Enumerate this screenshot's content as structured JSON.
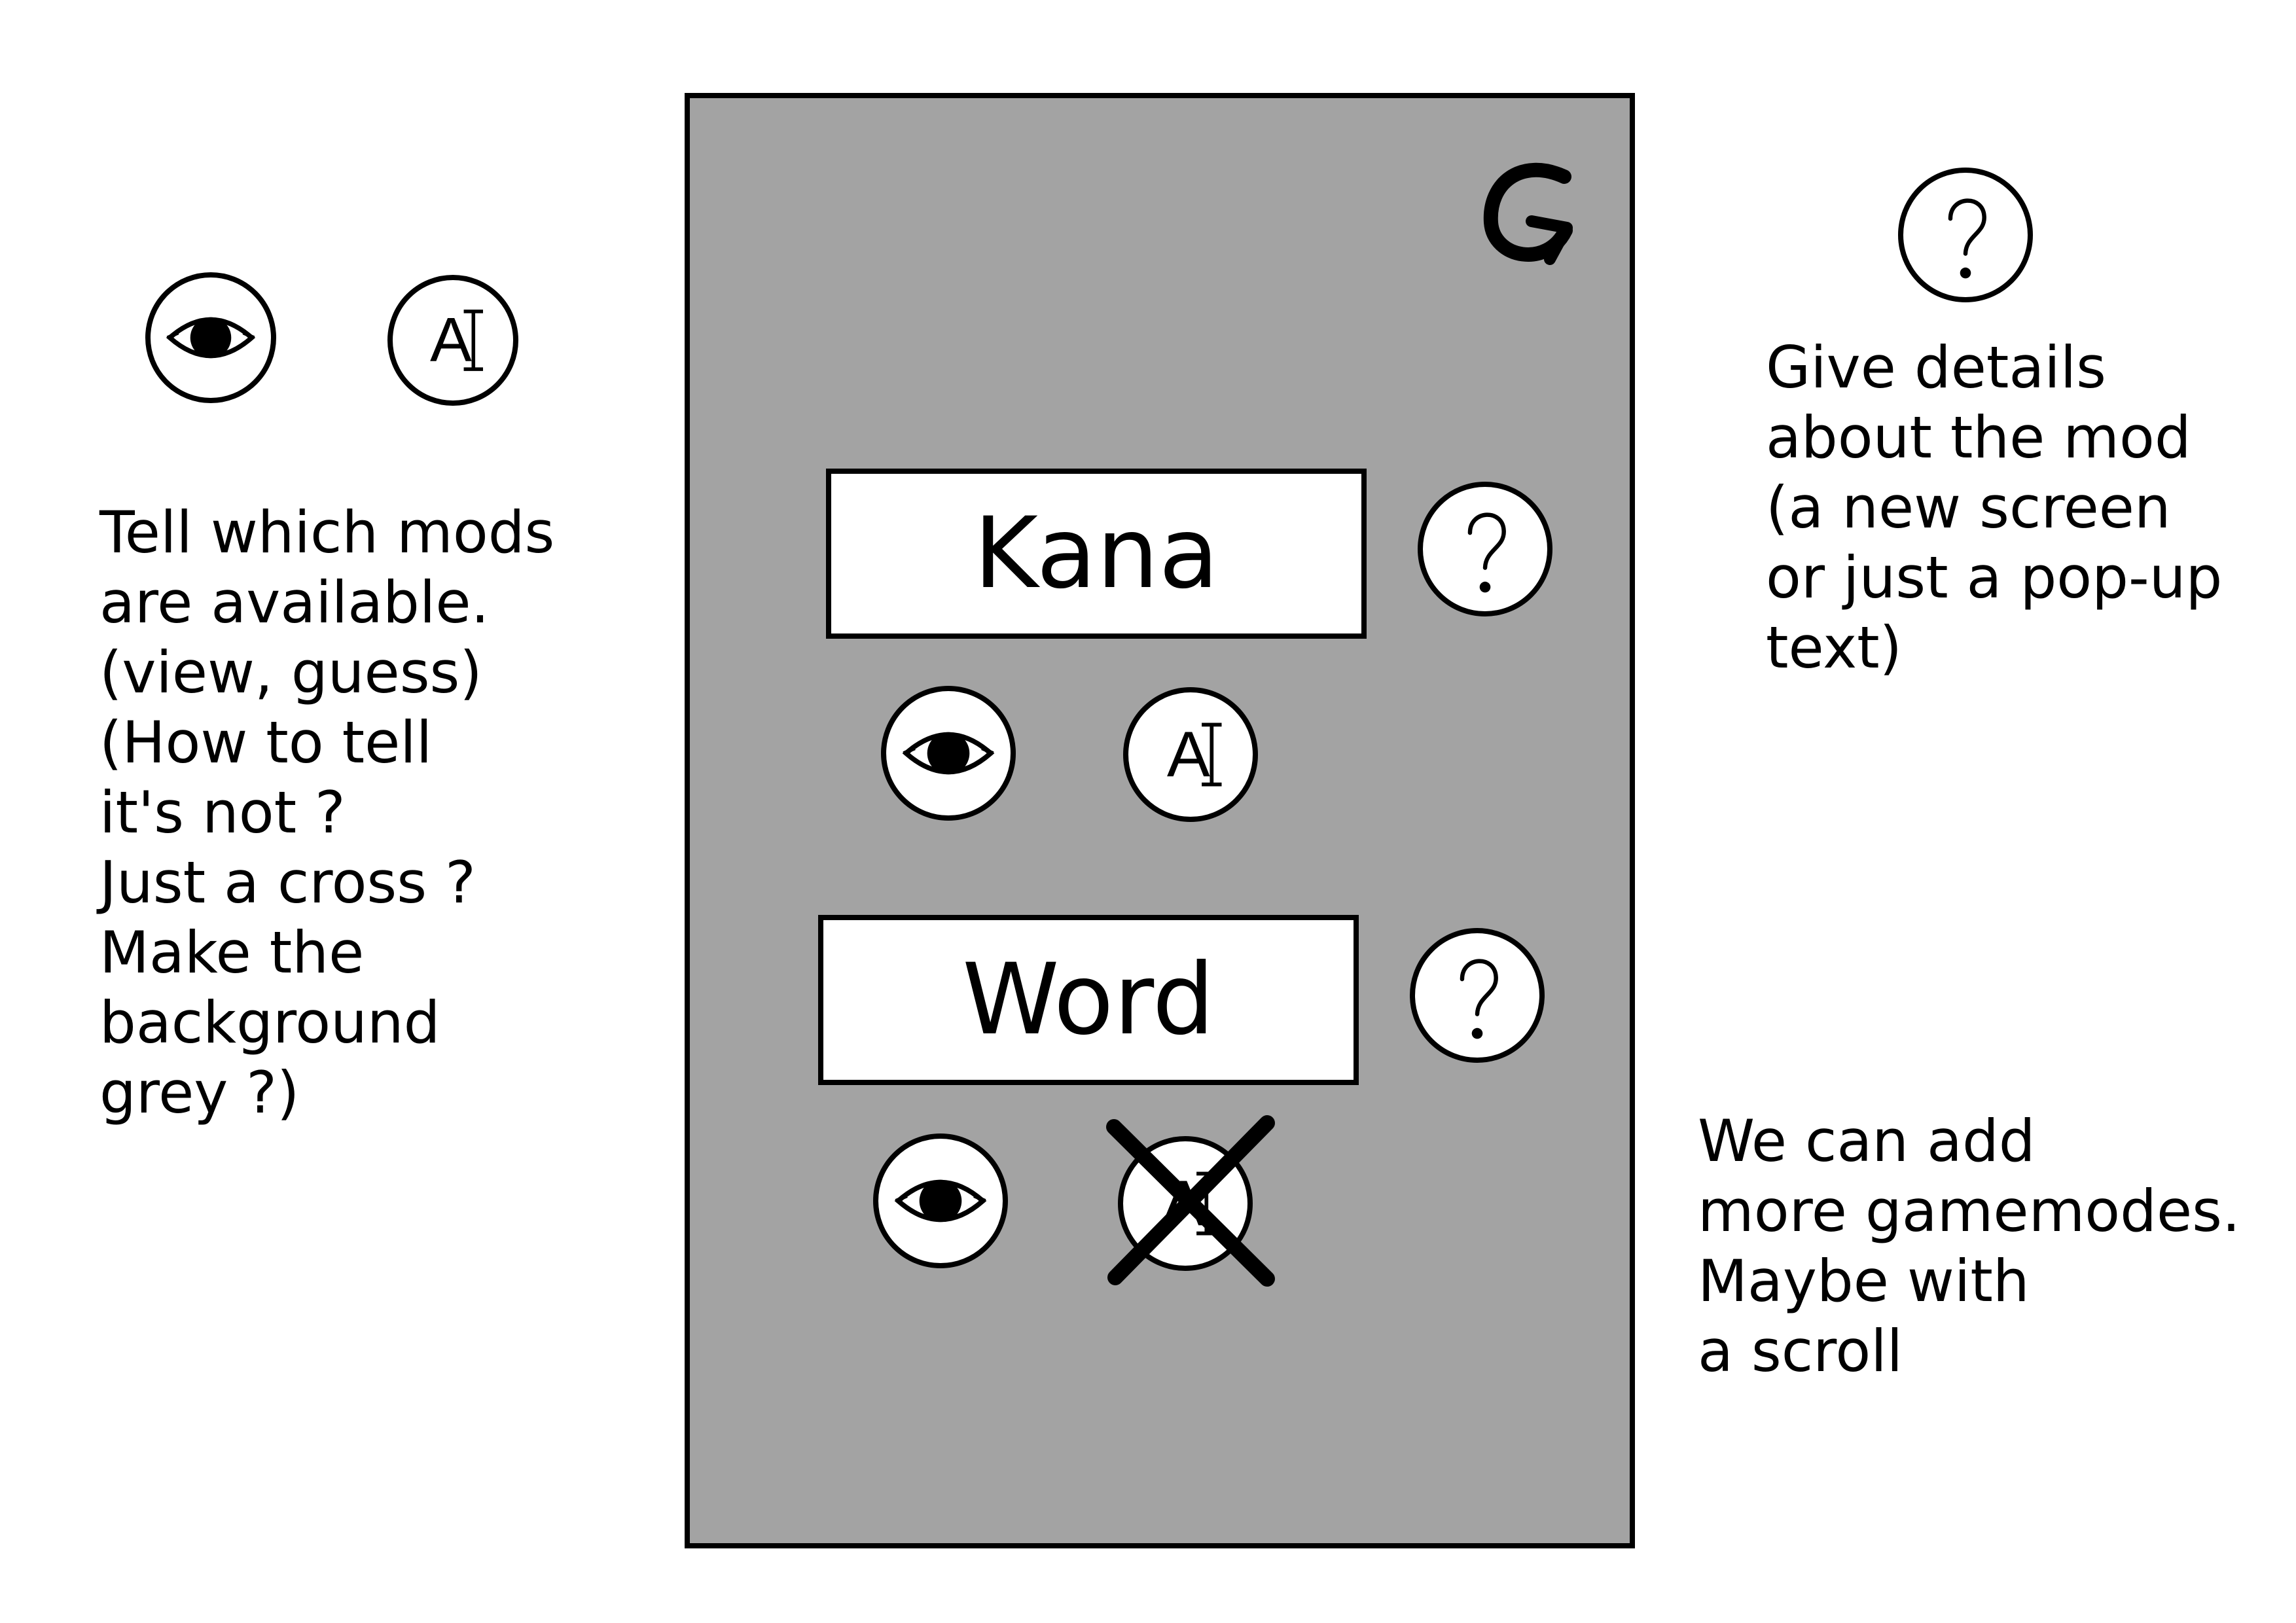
{
  "phone": {
    "modes": [
      {
        "label": "Kana",
        "view_available": true,
        "guess_available": true
      },
      {
        "label": "Word",
        "view_available": true,
        "guess_available": false
      }
    ]
  },
  "legend": {
    "icons": [
      "eye-icon",
      "text-cursor-icon"
    ]
  },
  "icons": {
    "back": "back-arrow-icon",
    "help": "question-mark-icon",
    "view": "eye-icon",
    "guess": "text-cursor-icon",
    "unavailable": "cross-icon",
    "guess_glyph": "A"
  },
  "notes": {
    "left": [
      "Tell which mods",
      "are available.",
      "(view, guess)",
      "(How to tell",
      "it's not ?",
      "Just a cross ?",
      "Make the",
      "background",
      "grey ?)"
    ],
    "top_right": [
      "Give details",
      "about the mod",
      "(a new screen",
      "or just a pop-up",
      "text)"
    ],
    "bottom_right": [
      "We can add",
      "more gamemodes.",
      "Maybe with",
      "a scroll"
    ]
  },
  "colors": {
    "phone_background": "#a3a3a3",
    "outline": "#000000",
    "box_fill": "#ffffff"
  }
}
